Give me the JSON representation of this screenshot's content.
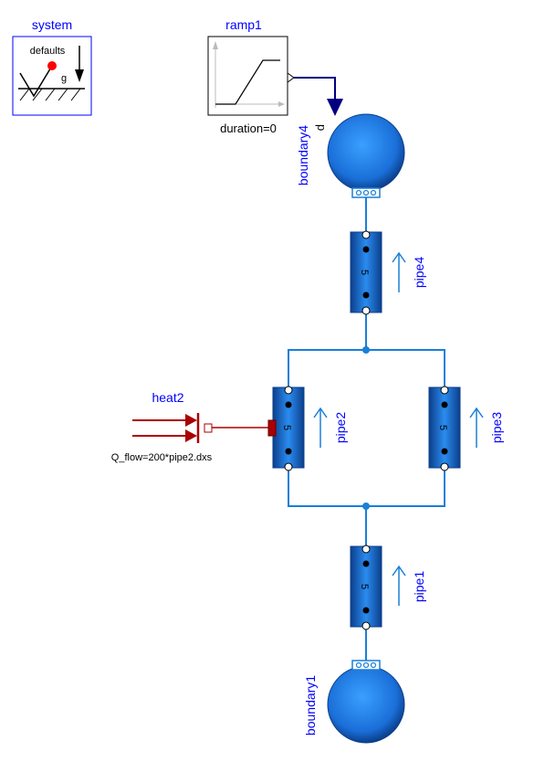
{
  "components": {
    "system": {
      "name": "system",
      "inner_label": "defaults",
      "g_label": "g"
    },
    "ramp1": {
      "name": "ramp1",
      "param": "duration=0",
      "port_label": "p"
    },
    "boundary4": {
      "name": "boundary4"
    },
    "boundary1": {
      "name": "boundary1"
    },
    "pipe1": {
      "name": "pipe1",
      "n": "5"
    },
    "pipe2": {
      "name": "pipe2",
      "n": "5"
    },
    "pipe3": {
      "name": "pipe3",
      "n": "5"
    },
    "pipe4": {
      "name": "pipe4",
      "n": "5"
    },
    "heat2": {
      "name": "heat2",
      "param": "Q_flow=200*pipe2.dxs"
    }
  },
  "colors": {
    "fluid_line": "#1a7fd9",
    "signal_line": "#00007f",
    "heat_line": "#aa0000",
    "label_blue": "#0000ff",
    "pipe_fill": "#1e6fd0",
    "sphere_fill": "#1f7ae0"
  },
  "icons": [
    "gravity-arrow-icon",
    "ramp-curve-icon",
    "flow-arrow-icon",
    "heat-flow-icon"
  ]
}
